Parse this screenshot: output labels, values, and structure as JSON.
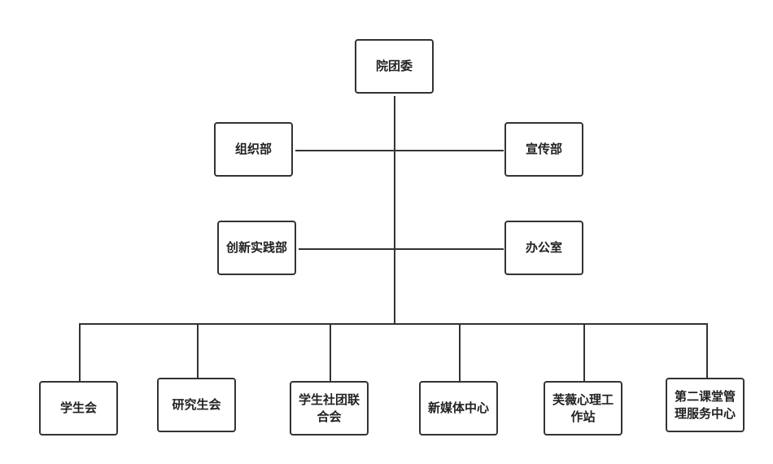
{
  "root": {
    "label": "院团委"
  },
  "departments": [
    {
      "label": "组织部"
    },
    {
      "label": "宣传部"
    },
    {
      "label": "创新实践部"
    },
    {
      "label": "办公室"
    }
  ],
  "units": [
    {
      "label": "学生会"
    },
    {
      "label": "研究生会"
    },
    {
      "label": "学生社团联合会"
    },
    {
      "label": "新媒体中心"
    },
    {
      "label": "芙薇心理工作站"
    },
    {
      "label": "第二课堂管理服务中心"
    }
  ]
}
